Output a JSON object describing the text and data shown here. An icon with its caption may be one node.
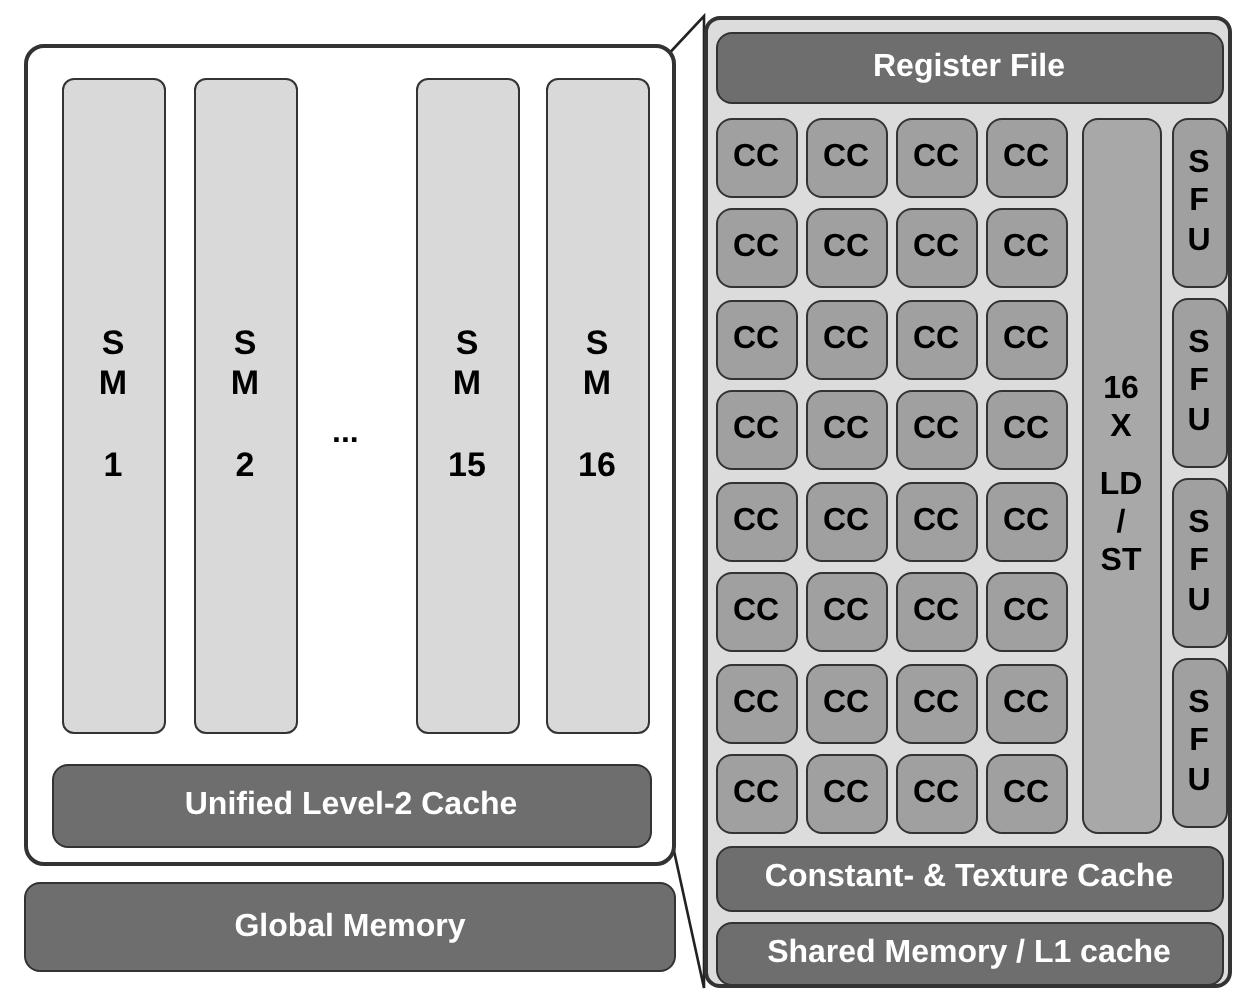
{
  "diagram": {
    "nodes": [
      {
        "text": [],
        "shape": "box"
      },
      {
        "text": [
          "S M",
          "1"
        ],
        "in": 0
      },
      {
        "text": [
          "S M",
          "2"
        ],
        "in": 0
      },
      {
        "text": [
          "S M",
          "15"
        ],
        "in": 0
      },
      {
        "text": [
          "S M",
          "16"
        ],
        "in": 0
      },
      {
        "text": [
          "Unified Level-2 Cache"
        ],
        "in": 0
      },
      {
        "text": [
          "Global Memory"
        ]
      },
      {
        "text": [],
        "shape": "box"
      },
      {
        "text": [
          "Register File"
        ],
        "in": 7
      },
      {
        "text": [
          "CC"
        ],
        "in": 7
      },
      {
        "text": [
          "CC"
        ],
        "in": 7
      },
      {
        "text": [
          "CC"
        ],
        "in": 7
      },
      {
        "text": [
          "CC"
        ],
        "in": 7
      },
      {
        "text": [
          "CC"
        ],
        "in": 7
      },
      {
        "text": [
          "CC"
        ],
        "in": 7
      },
      {
        "text": [
          "CC"
        ],
        "in": 7
      },
      {
        "text": [
          "CC"
        ],
        "in": 7
      },
      {
        "text": [
          "CC"
        ],
        "in": 7
      },
      {
        "text": [
          "CC"
        ],
        "in": 7
      },
      {
        "text": [
          "CC"
        ],
        "in": 7
      },
      {
        "text": [
          "CC"
        ],
        "in": 7
      },
      {
        "text": [
          "CC"
        ],
        "in": 7
      },
      {
        "text": [
          "CC"
        ],
        "in": 7
      },
      {
        "text": [
          "CC"
        ],
        "in": 7
      },
      {
        "text": [
          "CC"
        ],
        "in": 7
      },
      {
        "text": [
          "CC"
        ],
        "in": 7
      },
      {
        "text": [
          "CC"
        ],
        "in": 7
      },
      {
        "text": [
          "CC"
        ],
        "in": 7
      },
      {
        "text": [
          "CC"
        ],
        "in": 7
      },
      {
        "text": [
          "CC"
        ],
        "in": 7
      },
      {
        "text": [
          "CC"
        ],
        "in": 7
      },
      {
        "text": [
          "CC"
        ],
        "in": 7
      },
      {
        "text": [
          "CC"
        ],
        "in": 7
      },
      {
        "text": [
          "CC"
        ],
        "in": 7
      },
      {
        "text": [
          "CC"
        ],
        "in": 7
      },
      {
        "text": [
          "CC"
        ],
        "in": 7
      },
      {
        "text": [
          "CC"
        ],
        "in": 7
      },
      {
        "text": [
          "CC"
        ],
        "in": 7
      },
      {
        "text": [
          "CC"
        ],
        "in": 7
      },
      {
        "text": [
          "CC"
        ],
        "in": 7
      },
      {
        "text": [
          "CC"
        ],
        "in": 7
      },
      {
        "text": [
          "16 X",
          "LD / ST"
        ],
        "in": 7
      },
      {
        "text": [
          "S F U"
        ],
        "in": 7
      },
      {
        "text": [
          "S F U"
        ],
        "in": 7
      },
      {
        "text": [
          "S F U"
        ],
        "in": 7
      },
      {
        "text": [
          "S F U"
        ],
        "in": 7
      },
      {
        "text": [
          "Constant- & Texture Cache"
        ],
        "in": 7
      },
      {
        "text": [
          "Shared Memory / L1 cache"
        ],
        "in": 7
      }
    ],
    "edges": [
      {
        "from": 4,
        "to": 7,
        "arrow": "none"
      }
    ],
    "labels": [
      "..."
    ]
  }
}
